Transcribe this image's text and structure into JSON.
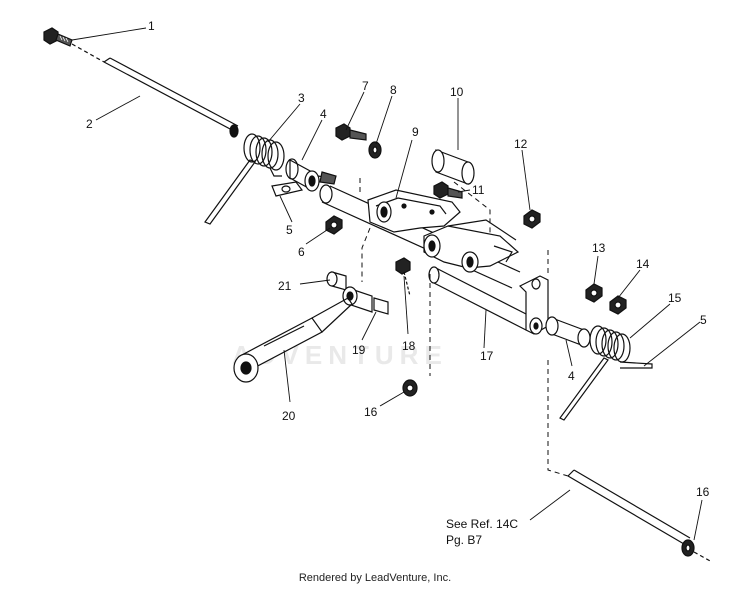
{
  "callouts": [
    {
      "id": "c1",
      "label": "1"
    },
    {
      "id": "c2",
      "label": "2"
    },
    {
      "id": "c3",
      "label": "3"
    },
    {
      "id": "c4a",
      "label": "4"
    },
    {
      "id": "c5a",
      "label": "5"
    },
    {
      "id": "c6",
      "label": "6"
    },
    {
      "id": "c7",
      "label": "7"
    },
    {
      "id": "c8",
      "label": "8"
    },
    {
      "id": "c9",
      "label": "9"
    },
    {
      "id": "c10",
      "label": "10"
    },
    {
      "id": "c11",
      "label": "11"
    },
    {
      "id": "c12",
      "label": "12"
    },
    {
      "id": "c13",
      "label": "13"
    },
    {
      "id": "c14",
      "label": "14"
    },
    {
      "id": "c15",
      "label": "15"
    },
    {
      "id": "c5b",
      "label": "5"
    },
    {
      "id": "c4b",
      "label": "4"
    },
    {
      "id": "c16a",
      "label": "16"
    },
    {
      "id": "c16b",
      "label": "16"
    },
    {
      "id": "c17",
      "label": "17"
    },
    {
      "id": "c18",
      "label": "18"
    },
    {
      "id": "c19",
      "label": "19"
    },
    {
      "id": "c20",
      "label": "20"
    },
    {
      "id": "c21",
      "label": "21"
    }
  ],
  "reference_note": {
    "line1": "See Ref. 14C",
    "line2": "Pg. B7"
  },
  "watermark": "ADVENTURE",
  "footer": "Rendered by LeadVenture, Inc."
}
